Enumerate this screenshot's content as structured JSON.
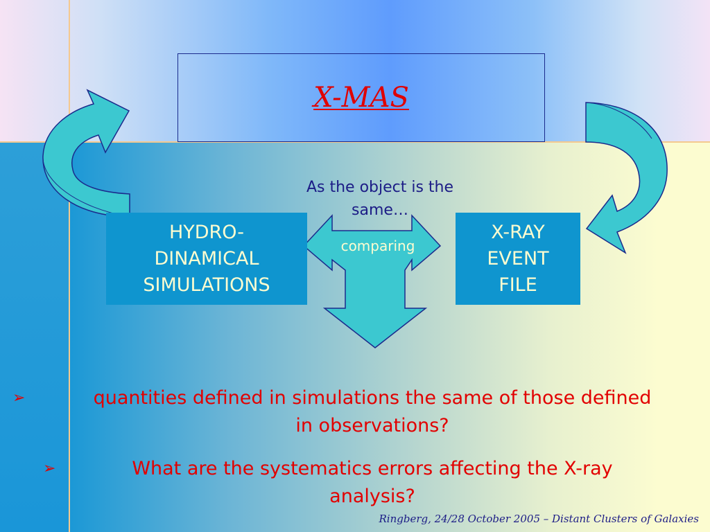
{
  "title": "X-MAS",
  "note": "As the object is the\nsame…",
  "arrow_label": "comparing",
  "left_box": "HYDRO-\nDINAMICAL\nSIMULATIONS",
  "right_box": "X-RAY\nEVENT\nFILE",
  "bullets": [
    {
      "marker": "➢",
      "text": "quantities defined in simulations the same of those defined\nin observations?"
    },
    {
      "marker": "➢",
      "text": "What are the systematics errors affecting the X-ray\nanalysis?"
    }
  ],
  "footer": "Ringberg, 24/28 October 2005 – Distant Clusters of Galaxies",
  "colors": {
    "title": "#e00000",
    "box_fill": "#0f95cf",
    "arrow_fill": "#3cc8d0",
    "bullet_text": "#e20000",
    "note_text": "#1c1c86"
  }
}
